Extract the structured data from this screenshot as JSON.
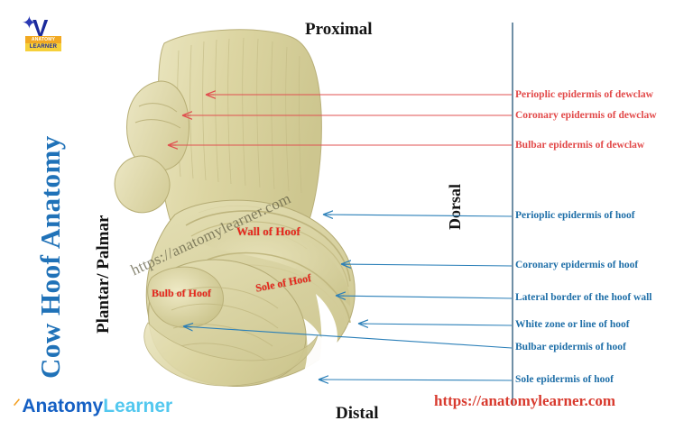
{
  "page": {
    "background": "#ffffff",
    "accent_red": "#e24a4a",
    "accent_blue": "#1f6fa8",
    "title_blue": "#2072b8",
    "hoof_color": "#ddd7a6"
  },
  "brand": {
    "top_logo": {
      "star_glyph": "✦",
      "letter": "V",
      "line1": "ANATOMY",
      "line2": "LEARNER"
    },
    "bottom_logo": {
      "figure_glyph": "ᐟ",
      "word1": "Anatomy",
      "word2": "Learner"
    },
    "site_url": "https://anatomylearner.com",
    "watermark": "https://anatomylearner.com"
  },
  "titles": {
    "main": "Cow Hoof Anatomy",
    "aspect": "Plantar/ Palmar",
    "dorsal": "Dorsal",
    "proximal": "Proximal",
    "distal": "Distal"
  },
  "image_labels": [
    {
      "id": "wall",
      "text": "Wall of Hoof"
    },
    {
      "id": "sole",
      "text": "Sole of Hoof"
    },
    {
      "id": "bulb",
      "text": "Bulb of Hoof"
    }
  ],
  "callouts": {
    "dewclaw": [
      {
        "text": "Perioplic epidermis of dewclaw",
        "color": "red"
      },
      {
        "text": "Coronary epidermis of dewclaw",
        "color": "red"
      },
      {
        "text": "Bulbar epidermis of dewclaw",
        "color": "red"
      }
    ],
    "hoof": [
      {
        "text": "Perioplic epidermis of hoof",
        "color": "blue"
      },
      {
        "text": "Coronary epidermis of hoof",
        "color": "blue"
      },
      {
        "text": "Lateral border  of the hoof wall",
        "color": "blue"
      },
      {
        "text": " White zone or line of hoof",
        "color": "blue"
      },
      {
        "text": "Bulbar epidermis of hoof",
        "color": "blue"
      },
      {
        "text": "Sole epidermis of hoof",
        "color": "blue"
      }
    ]
  }
}
